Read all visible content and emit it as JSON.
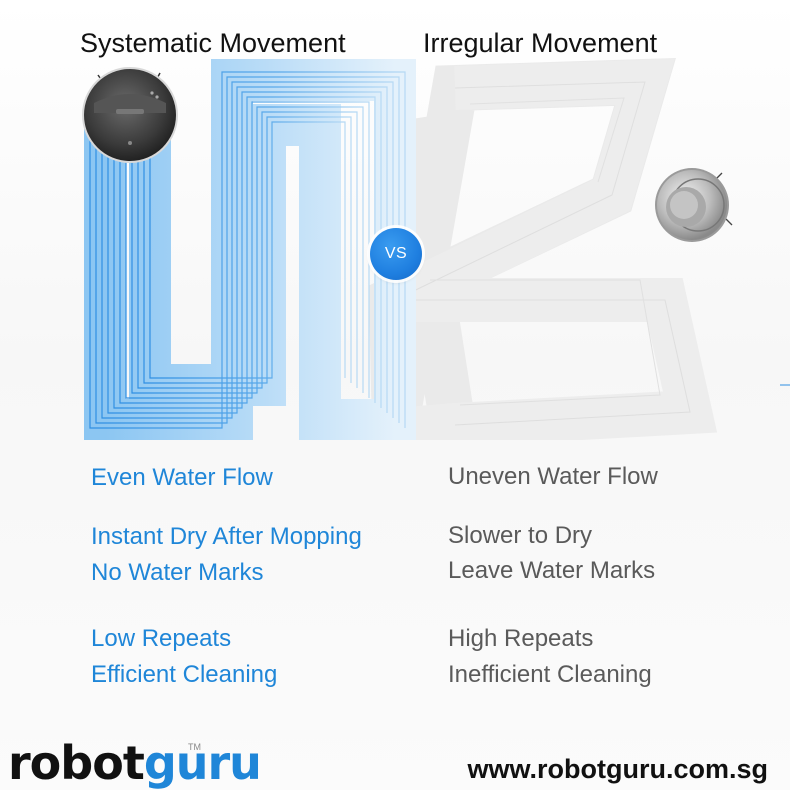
{
  "titles": {
    "left": "Systematic Movement",
    "right": "Irregular Movement"
  },
  "vs_label": "VS",
  "left_features": [
    [
      "Even Water Flow"
    ],
    [
      "Instant Dry After Mopping",
      "No Water Marks"
    ],
    [
      "Low Repeats",
      "Efficient Cleaning"
    ]
  ],
  "right_features": [
    [
      "Uneven Water Flow"
    ],
    [
      "Slower to Dry",
      "Leave Water Marks"
    ],
    [
      "High Repeats",
      "Inefficient Cleaning"
    ]
  ],
  "brand": {
    "logo_part1": "robot",
    "logo_part2": "guru",
    "trademark": "TM",
    "website": "www.robotguru.com.sg"
  },
  "colors": {
    "accent_blue": "#1f86d8",
    "path_blue": "#9fd0f5",
    "path_line": "#3a97e6",
    "grey_text": "#5a5a5a",
    "grey_path": "#eeeeee"
  },
  "icons": {
    "left_robot": "robot-vacuum-dark-icon",
    "right_robot": "robot-vacuum-silver-icon"
  }
}
